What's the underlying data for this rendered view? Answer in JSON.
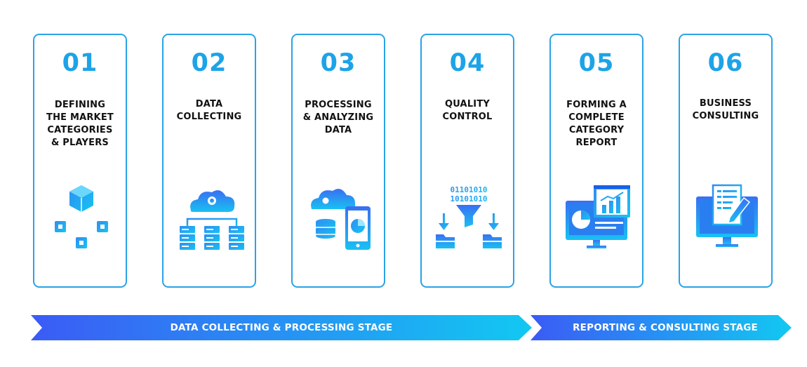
{
  "colors": {
    "accent": "#1da3e8",
    "border": "#2aa3e6",
    "gradient_start": "#3b5bf5",
    "gradient_end": "#12c8f2"
  },
  "steps": [
    {
      "number": "01",
      "title": "DEFINING\nTHE MARKET\nCATEGORIES\n& PLAYERS",
      "icon": "cube-network-icon"
    },
    {
      "number": "02",
      "title": "DATA\nCOLLECTING",
      "icon": "cloud-servers-icon"
    },
    {
      "number": "03",
      "title": "PROCESSING\n& ANALYZING\nDATA",
      "icon": "cloud-database-mobile-chart-icon"
    },
    {
      "number": "04",
      "title": "QUALITY\nCONTROL",
      "icon": "binary-filter-folders-icon"
    },
    {
      "number": "05",
      "title": "FORMING A\nCOMPLETE\nCATEGORY\nREPORT",
      "icon": "monitor-report-charts-icon"
    },
    {
      "number": "06",
      "title": "BUSINESS\nCONSULTING",
      "icon": "monitor-document-pen-icon"
    }
  ],
  "stages": [
    {
      "label": "DATA COLLECTING & PROCESSING STAGE"
    },
    {
      "label": "REPORTING & CONSULTING STAGE"
    }
  ]
}
